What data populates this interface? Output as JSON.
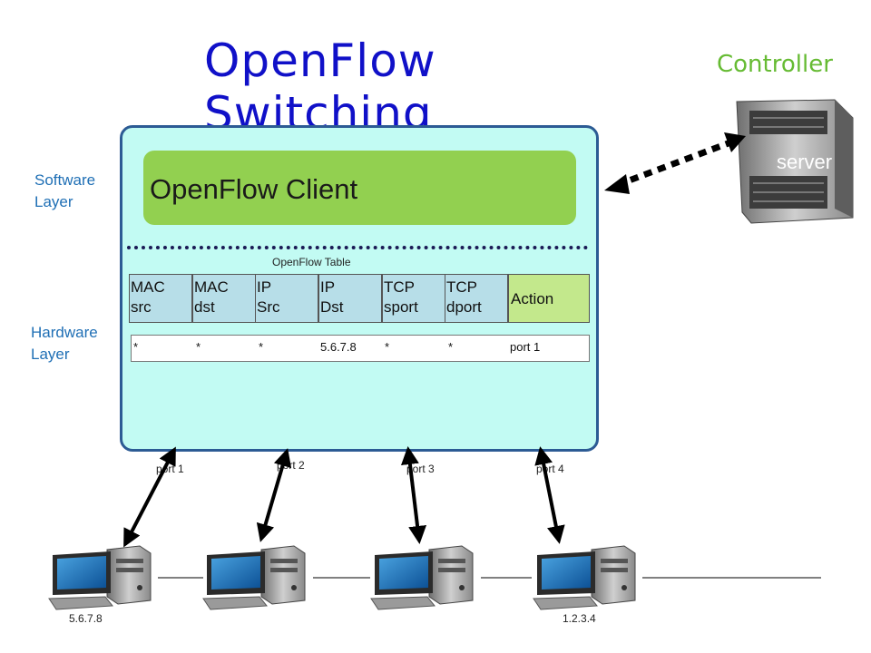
{
  "title": "OpenFlow Switching",
  "controller": {
    "label": "Controller",
    "server_text": "server"
  },
  "layers": {
    "software": [
      "Software",
      "Layer"
    ],
    "hardware": [
      "Hardware",
      "Layer"
    ]
  },
  "client": {
    "label": "OpenFlow Client"
  },
  "table": {
    "caption": "OpenFlow Table",
    "headers": [
      [
        "MAC",
        "src"
      ],
      [
        "MAC",
        "dst"
      ],
      [
        "IP",
        "Src"
      ],
      [
        "IP",
        "Dst"
      ],
      [
        "TCP",
        "sport"
      ],
      [
        "TCP",
        "dport"
      ]
    ],
    "action_header": "Action",
    "rule": [
      "*",
      "*",
      "*",
      "5.6.7.8",
      "*",
      "*",
      "port 1"
    ]
  },
  "ports": [
    "port 1",
    "port 2",
    "port 3",
    "port 4"
  ],
  "hosts": {
    "first_ip": "5.6.7.8",
    "last_ip": "1.2.3.4"
  },
  "colors": {
    "title": "#1010c8",
    "controller": "#66bb33",
    "layer_text": "#1f6fb5",
    "switch_fill": "#c2fbf3",
    "switch_border": "#2c5b94",
    "client_fill": "#92d050",
    "header_fill": "#b7dee8",
    "action_fill": "#c3e88c"
  }
}
